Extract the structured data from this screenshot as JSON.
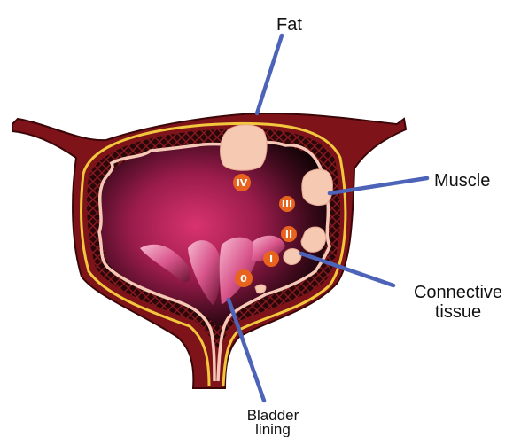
{
  "labels": {
    "fat": "Fat",
    "muscle": "Muscle",
    "connective_line1": "Connective",
    "connective_line2": "tissue",
    "bladder_line1": "Bladder",
    "bladder_line2": "lining"
  },
  "stages": [
    "0",
    "I",
    "II",
    "III",
    "IV"
  ],
  "colors": {
    "wall": "#7e1419",
    "wall_dark": "#3a0608",
    "muscle_band": "#2a0708",
    "yellow_line": "#f2c63d",
    "lining": "#f4c7b6",
    "tumor": "#f6c9b3",
    "interior": "#c92b6a",
    "stage_badge": "#e8641e",
    "pointer": "#4c63b8"
  }
}
